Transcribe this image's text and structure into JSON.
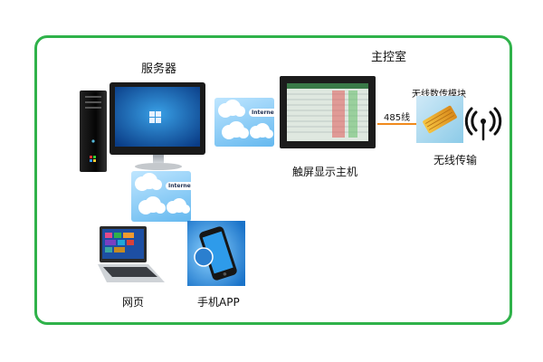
{
  "labels": {
    "server": "服务器",
    "control_room": "主控室",
    "wireless_module": "无线数传模块",
    "cable": "485线",
    "touchscreen_host": "触屏显示主机",
    "wireless_transmission": "无线传输",
    "webpage": "网页",
    "mobile_app": "手机APP",
    "internet": "Internet"
  },
  "colors": {
    "border": "#2fb24a",
    "cable": "#f08a1c",
    "tile_light": "#bfe6ff",
    "tile_dark": "#64b8ef"
  },
  "icons": [
    "server-tower-icon",
    "monitor-icon",
    "cloud-internet-icon",
    "touchscreen-icon",
    "wireless-module-icon",
    "antenna-icon",
    "laptop-icon",
    "smartphone-icon"
  ]
}
